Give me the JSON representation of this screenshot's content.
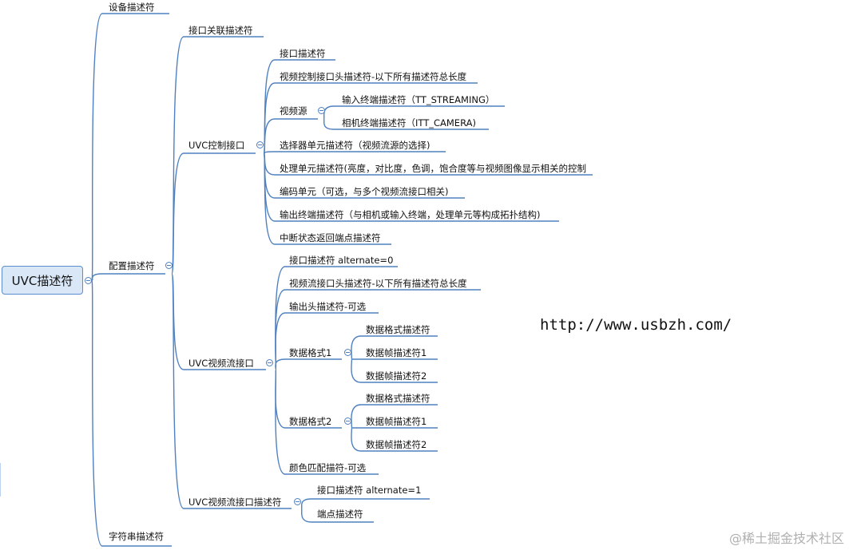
{
  "root": {
    "label": "UVC描述符"
  },
  "level1": {
    "device": "设备描述符",
    "config": "配置描述符",
    "string": "字符串描述符"
  },
  "config": {
    "iad": "接口关联描述符",
    "vc": "UVC控制接口",
    "vs": "UVC视频流接口",
    "vs_alt": "UVC视频流接口描述符"
  },
  "vc": {
    "iface": "接口描述符",
    "header": "视频控制接口头描述符-以下所有描述符总长度",
    "source": "视频源",
    "input_terminal": "输入终端描述符（TT_STREAMING）",
    "camera_terminal": "相机终端描述符（ITT_CAMERA)",
    "selector": "选择器单元描述符（视频流源的选择)",
    "processing": "处理单元描述符(亮度，对比度，色调，饱合度等与视频图像显示相关的控制",
    "encoding": "编码单元（可选，与多个视频流接口相关)",
    "output_terminal": "输出终端描述符（与相机或输入终端，处理单元等构成拓扑结构)",
    "interrupt": "中断状态返回端点描述符"
  },
  "vs": {
    "iface": "接口描述符  alternate=0",
    "header": "视频流接口头描述符-以下所有描述符总长度",
    "output_header": "输出头描述符-可选",
    "format1": "数据格式1",
    "format2": "数据格式2",
    "format_desc": "数据格式描述符",
    "frame1": "数据帧描述符1",
    "frame2": "数据帧描述符2",
    "color": "颜色匹配描符-可选"
  },
  "vs_alt": {
    "iface": "接口描述符  alternate=1",
    "endpoint": "端点描述符"
  },
  "url": "http://www.usbzh.com/",
  "watermark": "@稀土掘金技术社区",
  "colors": {
    "line": "#4f80c0",
    "root_fill": "#d9e7f7",
    "root_border": "#5b8ecd"
  }
}
